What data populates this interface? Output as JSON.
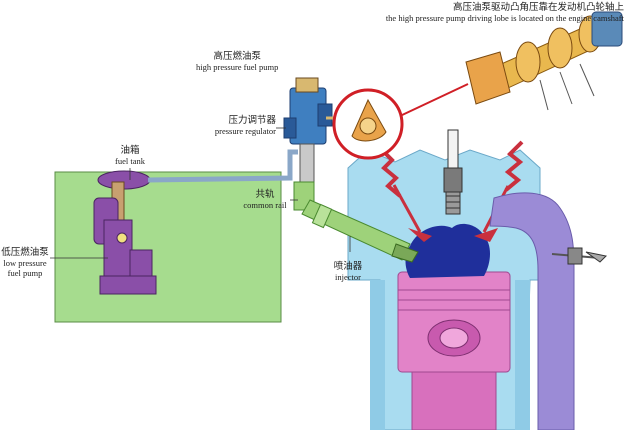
{
  "labels": {
    "camshaft_note_zh": "高压油泵驱动凸角压靠在发动机凸轮轴上",
    "camshaft_note_en": "the high pressure pump driving lobe is located on the engine camshaft",
    "hp_pump_zh": "高压燃油泵",
    "hp_pump_en": "high pressure fuel pump",
    "regulator_zh": "压力调节器",
    "regulator_en": "pressure regulator",
    "tank_zh": "油箱",
    "tank_en": "fuel tank",
    "rail_zh": "共轨",
    "rail_en": "common rail",
    "lp_pump_zh": "低压燃油泵",
    "lp_pump_en1": "low pressure",
    "lp_pump_en2": "fuel pump",
    "injector_zh": "喷油器",
    "injector_en": "injector"
  },
  "colors": {
    "tank_green": "#a6dc8e",
    "pump_purple": "#8a4fa8",
    "fuel_line_blue": "#8aa7c8",
    "cylinder_blue": "#a9dcf0",
    "piston_pink": "#e283c8",
    "spring_red": "#c9303e",
    "highlight_red": "#d01f26",
    "manifold_purple": "#9b8bd6",
    "flame_navy": "#1f2f9b",
    "rail_green": "#9ed27a",
    "cam_yellow": "#e9b84e"
  }
}
